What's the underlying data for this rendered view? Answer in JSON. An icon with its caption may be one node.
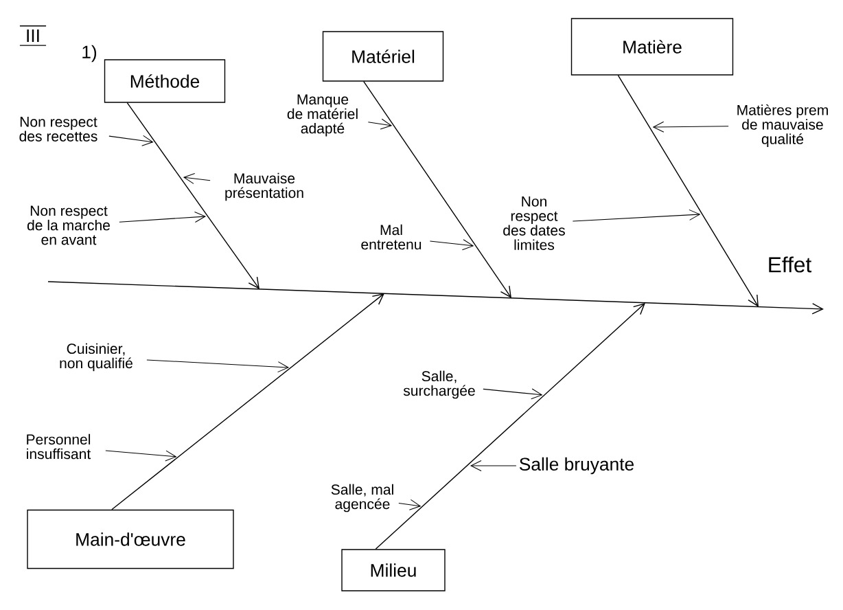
{
  "diagram": {
    "nodes": [
      {
        "text": [
          "Méthode"
        ]
      },
      {
        "text": [
          "Matériel"
        ]
      },
      {
        "text": [
          "Matière"
        ]
      },
      {
        "text": [
          "Main-d'œuvre"
        ]
      },
      {
        "text": [
          "Milieu"
        ]
      },
      {
        "text": [
          "Non respect des recettes"
        ]
      },
      {
        "text": [
          "Mauvaise présentation"
        ]
      },
      {
        "text": [
          "Non respect de la marche en avant"
        ]
      },
      {
        "text": [
          "Manque de matériel adapté"
        ]
      },
      {
        "text": [
          "Mal entretenu"
        ]
      },
      {
        "text": [
          "Non respect des dates limites"
        ]
      },
      {
        "text": [
          "Matières prem de mauvaise qualité"
        ]
      },
      {
        "text": [
          "Cuisinier, non qualifié"
        ]
      },
      {
        "text": [
          "Personnel insuffisant"
        ]
      },
      {
        "text": [
          "Salle, surchargée"
        ]
      },
      {
        "text": [
          "Salle bruyante"
        ]
      },
      {
        "text": [
          "Salle, mal agencée"
        ]
      }
    ],
    "edges": [
      {
        "from": 0,
        "to": null,
        "arrow": "to"
      },
      {
        "from": 1,
        "to": null,
        "arrow": "to"
      },
      {
        "from": 2,
        "to": null,
        "arrow": "to"
      },
      {
        "from": 3,
        "to": null,
        "arrow": "to"
      },
      {
        "from": 4,
        "to": null,
        "arrow": "to"
      },
      {
        "from": 5,
        "to": null,
        "arrow": "to"
      },
      {
        "from": 6,
        "to": null,
        "arrow": "to"
      },
      {
        "from": 7,
        "to": null,
        "arrow": "to"
      },
      {
        "from": 8,
        "to": null,
        "arrow": "to"
      },
      {
        "from": 9,
        "to": null,
        "arrow": "to"
      },
      {
        "from": 10,
        "to": null,
        "arrow": "to"
      },
      {
        "from": 11,
        "to": null,
        "arrow": "to"
      },
      {
        "from": 12,
        "to": null,
        "arrow": "to"
      },
      {
        "from": 13,
        "to": null,
        "arrow": "to"
      },
      {
        "from": 14,
        "to": null,
        "arrow": "to"
      },
      {
        "from": 15,
        "to": null,
        "arrow": "to"
      },
      {
        "from": 16,
        "to": null,
        "arrow": "to"
      }
    ],
    "labels": [
      "III",
      "1)",
      "Effet"
    ]
  }
}
